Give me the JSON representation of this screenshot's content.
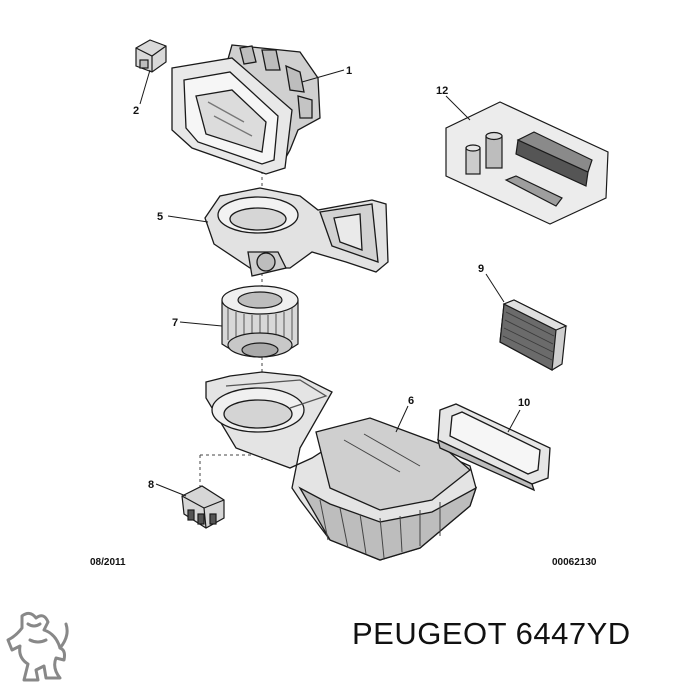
{
  "diagram": {
    "callouts": [
      {
        "id": "1",
        "text": "1"
      },
      {
        "id": "2",
        "text": "2"
      },
      {
        "id": "5",
        "text": "5"
      },
      {
        "id": "6",
        "text": "6"
      },
      {
        "id": "7",
        "text": "7"
      },
      {
        "id": "8",
        "text": "8"
      },
      {
        "id": "9",
        "text": "9"
      },
      {
        "id": "10",
        "text": "10"
      },
      {
        "id": "12",
        "text": "12"
      }
    ],
    "date_code": "08/2011",
    "reference_code": "00062130"
  },
  "caption": {
    "brand": "PEUGEOT",
    "part_number": "6447YD",
    "full": "PEUGEOT 6447YD"
  },
  "logo": {
    "icon": "peugeot-lion-icon"
  },
  "colors": {
    "line": "#1a1a1a",
    "part_fill": "#e6e6e6",
    "part_shadow": "#bdbdbd",
    "box_fill": "#ececec"
  }
}
